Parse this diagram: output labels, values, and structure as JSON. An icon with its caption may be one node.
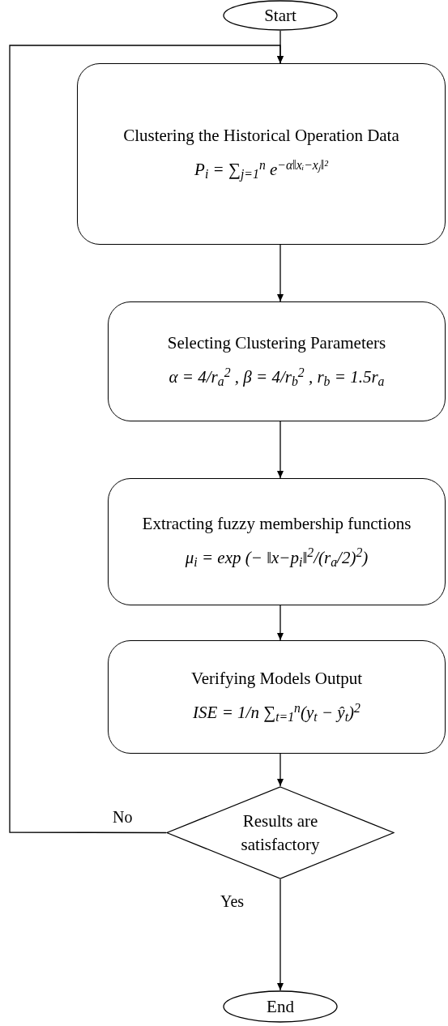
{
  "diagram": {
    "nodes": [
      {
        "text": [
          "Start"
        ]
      },
      {
        "text": [
          "Clustering the Historical Operation Data",
          "P$_{i}$ = ∑$_{j=1}$$^{n}$ e$^{−α‖xᵢ−xⱼ‖²}$"
        ]
      },
      {
        "text": [
          "Selecting Clustering Parameters",
          "α = 4/r$_{a}$$^{2}$ , β = 4/r$_{b}$$^{2}$ , r$_{b}$ = 1.5r$_{a}$"
        ]
      },
      {
        "text": [
          "Extracting fuzzy membership functions",
          "μ$_{i}$ = exp (− ‖x−p$_{i}$‖$^{2}$/(r$_{a}$/2)$^{2}$)"
        ]
      },
      {
        "text": [
          "Verifying Models Output",
          "ISE = 1/n ∑$_{t=1}$$^{n}$(y$_{t}$ − ŷ$_{t}$)$^{2}$"
        ]
      },
      {
        "text": [
          "Results are satisfactory"
        ]
      },
      {
        "text": [
          "End"
        ]
      }
    ],
    "edges": [
      {
        "from": 0,
        "to": 1,
        "arrow": "to"
      },
      {
        "from": 1,
        "to": 2,
        "arrow": "to"
      },
      {
        "from": 2,
        "to": 3,
        "arrow": "to"
      },
      {
        "from": 3,
        "to": 4,
        "arrow": "to"
      },
      {
        "from": 4,
        "to": 5,
        "arrow": "to"
      },
      {
        "from": 5,
        "to": 6,
        "arrow": "to",
        "label": "Yes"
      },
      {
        "from": 5,
        "to": 1,
        "arrow": "to",
        "label": "No"
      }
    ]
  }
}
